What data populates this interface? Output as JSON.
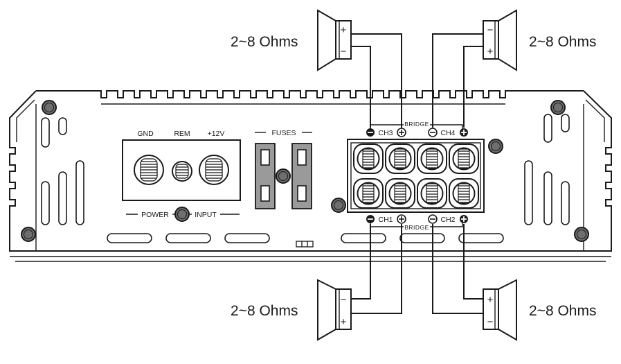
{
  "speakers": {
    "top_left_label": "2~8 Ohms",
    "top_right_label": "2~8 Ohms",
    "bottom_left_label": "2~8 Ohms",
    "bottom_right_label": "2~8 Ohms"
  },
  "power_terminal": {
    "gnd": "GND",
    "rem": "REM",
    "plus12v": "+12V",
    "power_label": "POWER",
    "input_label": "INPUT"
  },
  "fuses_label": "FUSES",
  "speaker_terminal": {
    "ch3": "CH3",
    "ch4": "CH4",
    "ch1": "CH1",
    "ch2": "CH2",
    "bridge_top": "BRIDGE",
    "bridge_bottom": "BRIDGE"
  },
  "polarity": {
    "plus": "+",
    "minus": "−"
  },
  "colors": {
    "line": "#1a1a1a",
    "fuse_fill": "#9a9a9a",
    "screw": "#6e6e6e"
  }
}
